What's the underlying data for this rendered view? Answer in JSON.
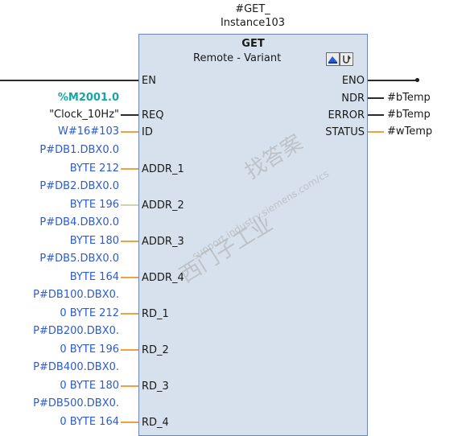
{
  "instance": {
    "line1": "#GET_",
    "line2": "Instance103"
  },
  "block": {
    "title": "GET",
    "subtitle": "Remote  -  Variant",
    "icons": [
      "connection-icon",
      "diagnostics-icon"
    ]
  },
  "pins": {
    "left": [
      "EN",
      "REQ",
      "ID",
      "ADDR_1",
      "ADDR_2",
      "ADDR_3",
      "ADDR_4",
      "RD_1",
      "RD_2",
      "RD_3",
      "RD_4"
    ],
    "right": [
      "ENO",
      "NDR",
      "ERROR",
      "STATUS"
    ]
  },
  "inputs": {
    "req": {
      "line1": "%M2001.0",
      "line2": "\"Clock_10Hz\""
    },
    "id": "W#16#103",
    "addr_1": {
      "line1": "P#DB1.DBX0.0",
      "line2": "BYTE 212"
    },
    "addr_2": {
      "line1": "P#DB2.DBX0.0",
      "line2": "BYTE 196"
    },
    "addr_3": {
      "line1": "P#DB4.DBX0.0",
      "line2": "BYTE 180"
    },
    "addr_4": {
      "line1": "P#DB5.DBX0.0",
      "line2": "BYTE 164"
    },
    "rd_1": {
      "line1": "P#DB100.DBX0.",
      "line2": "0 BYTE 212"
    },
    "rd_2": {
      "line1": "P#DB200.DBX0.",
      "line2": "0 BYTE 196"
    },
    "rd_3": {
      "line1": "P#DB400.DBX0.",
      "line2": "0 BYTE 180"
    },
    "rd_4": {
      "line1": "P#DB500.DBX0.",
      "line2": "0 BYTE 164"
    }
  },
  "outputs": {
    "ndr": "#bTemp",
    "error": "#bTemp",
    "status": "#wTemp"
  },
  "colors": {
    "block_fill": "#d7e1ee",
    "block_border": "#6d86b8",
    "param_blue": "#2b5bd1",
    "memory_teal": "#1aa3a3",
    "wire_orange": "#f0a040"
  }
}
